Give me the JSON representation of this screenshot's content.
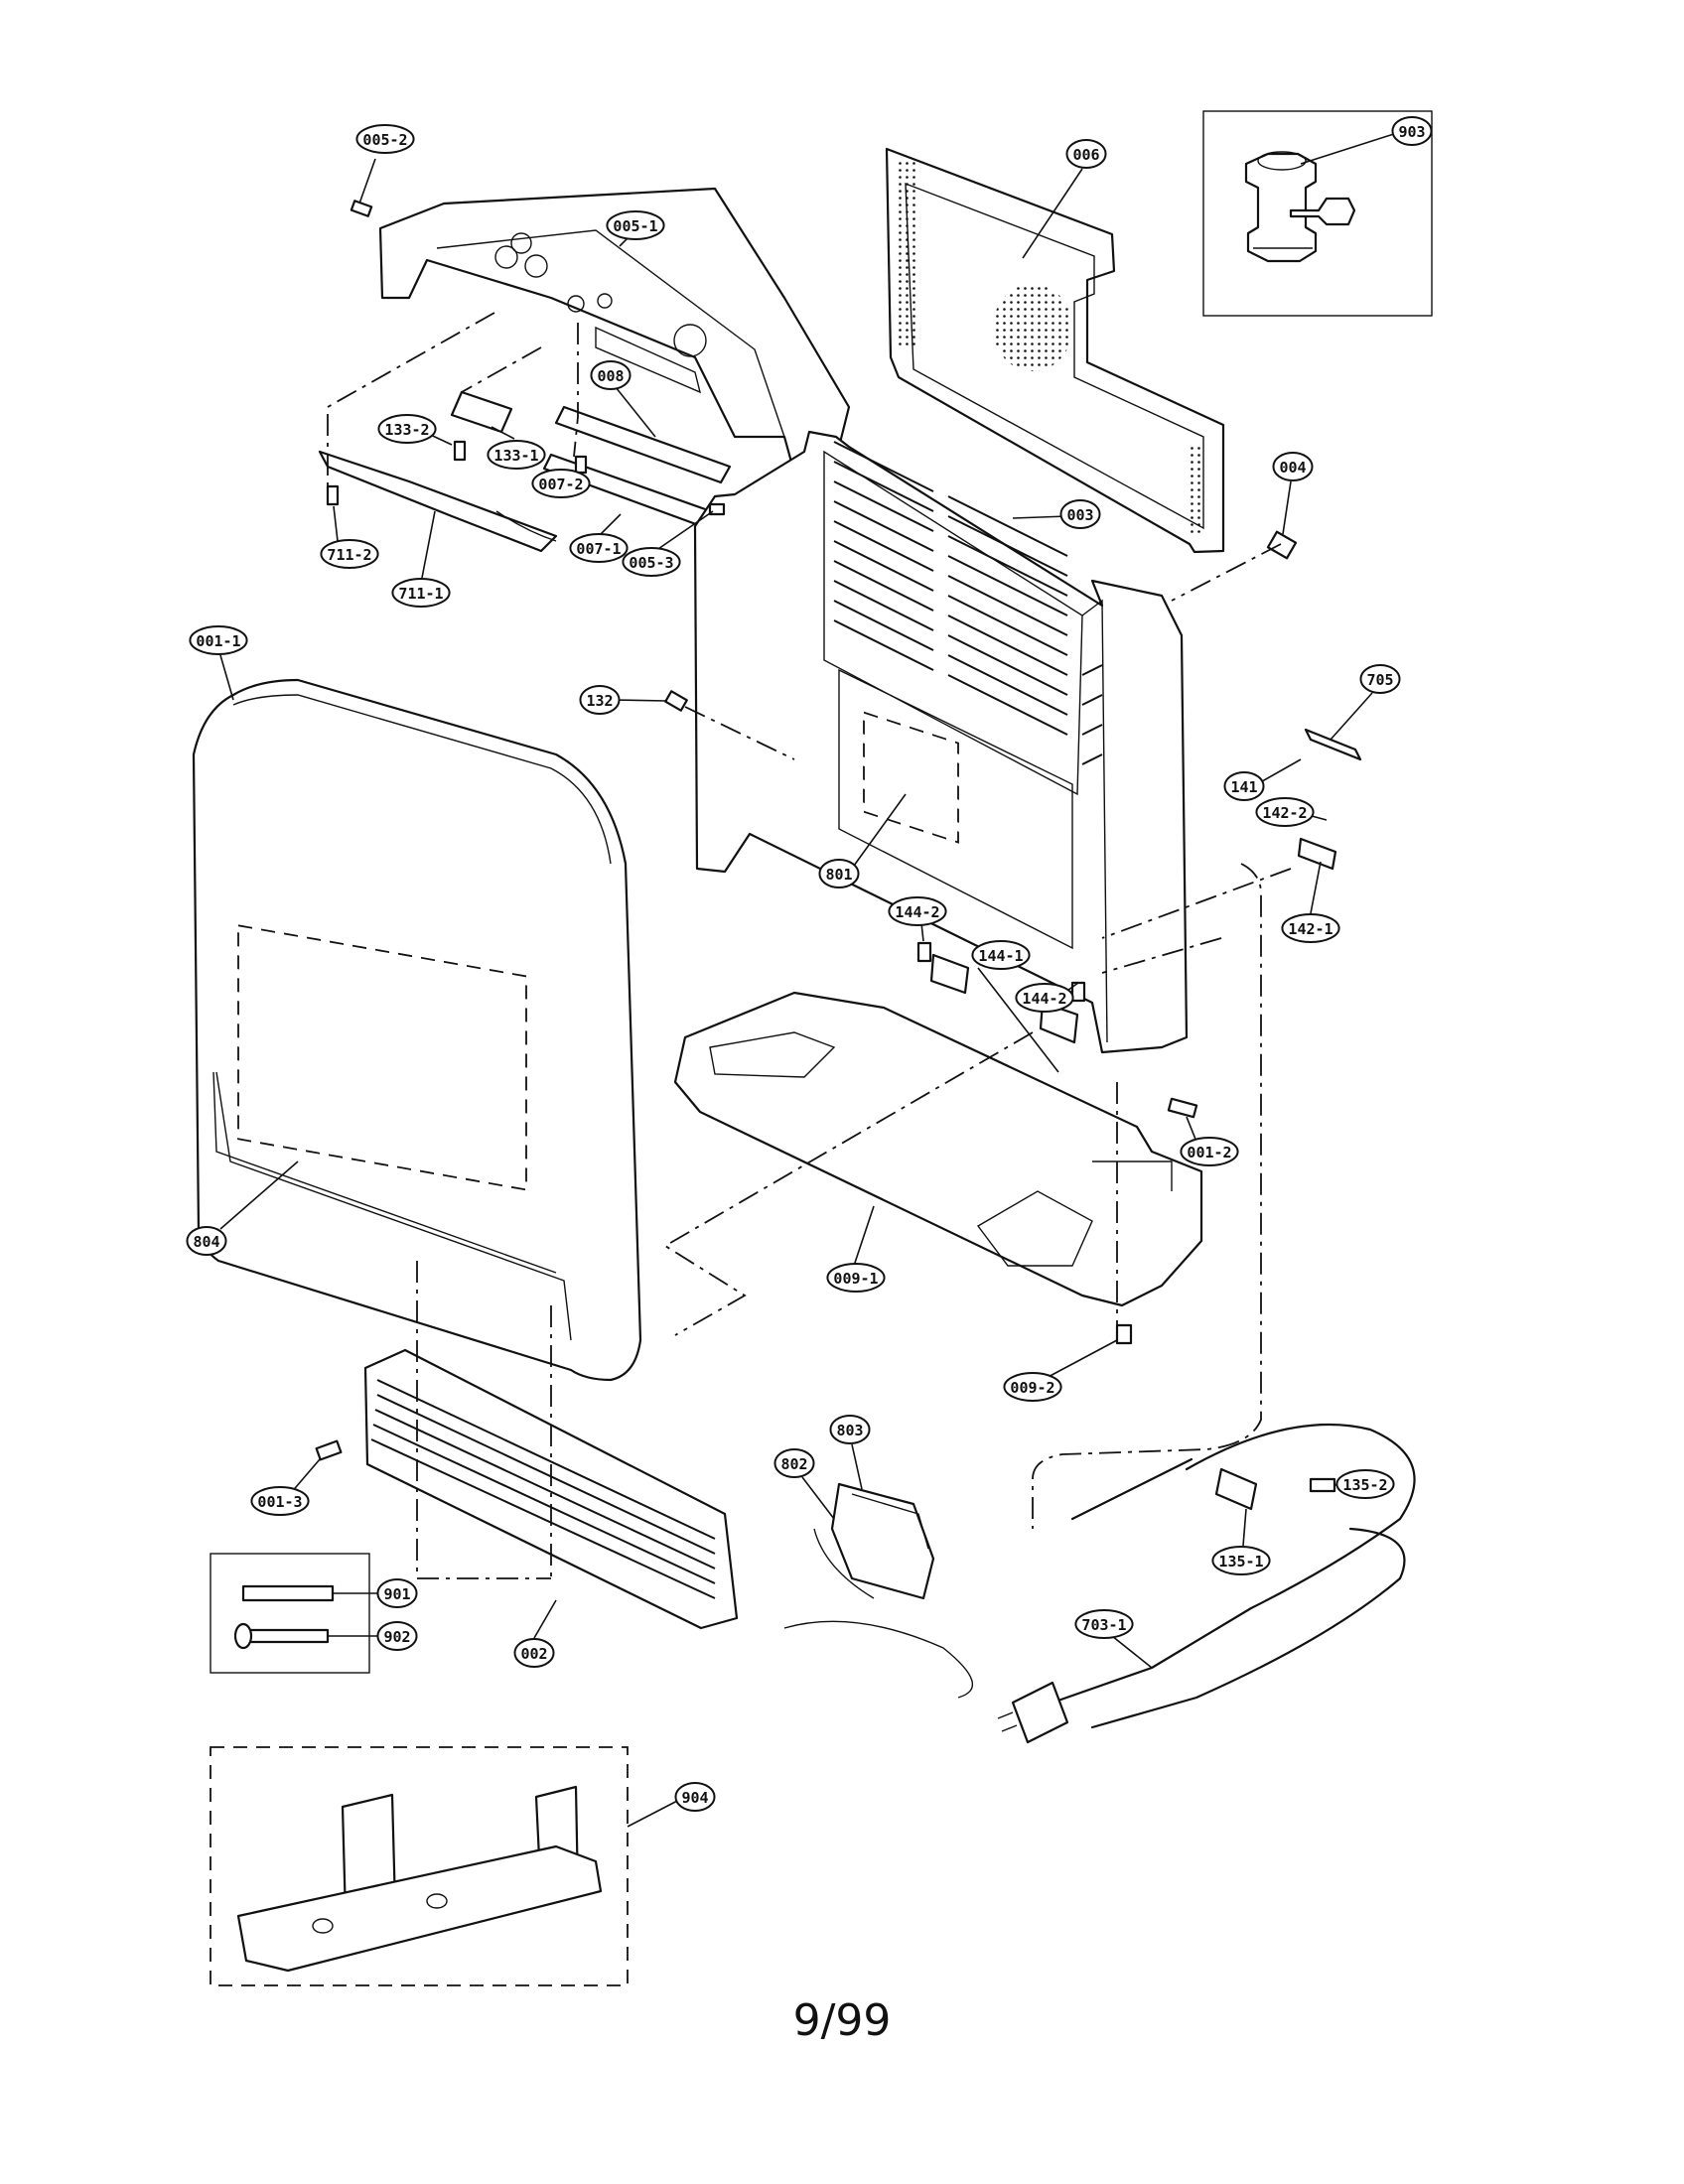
{
  "page_number": "9/99",
  "callouts": [
    {
      "id": "005-2",
      "label": "005-2"
    },
    {
      "id": "005-1",
      "label": "005-1"
    },
    {
      "id": "006",
      "label": "006"
    },
    {
      "id": "903",
      "label": "903"
    },
    {
      "id": "008",
      "label": "008"
    },
    {
      "id": "133-2",
      "label": "133-2"
    },
    {
      "id": "133-1",
      "label": "133-1"
    },
    {
      "id": "007-2",
      "label": "007-2"
    },
    {
      "id": "003",
      "label": "003"
    },
    {
      "id": "004",
      "label": "004"
    },
    {
      "id": "711-2",
      "label": "711-2"
    },
    {
      "id": "711-1",
      "label": "711-1"
    },
    {
      "id": "007-1",
      "label": "007-1"
    },
    {
      "id": "005-3",
      "label": "005-3"
    },
    {
      "id": "001-1",
      "label": "001-1"
    },
    {
      "id": "132",
      "label": "132"
    },
    {
      "id": "705",
      "label": "705"
    },
    {
      "id": "141",
      "label": "141"
    },
    {
      "id": "142-2",
      "label": "142-2"
    },
    {
      "id": "801",
      "label": "801"
    },
    {
      "id": "142-1",
      "label": "142-1"
    },
    {
      "id": "144-2a",
      "label": "144-2"
    },
    {
      "id": "144-1",
      "label": "144-1"
    },
    {
      "id": "144-2b",
      "label": "144-2"
    },
    {
      "id": "001-2",
      "label": "001-2"
    },
    {
      "id": "804",
      "label": "804"
    },
    {
      "id": "009-1",
      "label": "009-1"
    },
    {
      "id": "009-2",
      "label": "009-2"
    },
    {
      "id": "803",
      "label": "803"
    },
    {
      "id": "802",
      "label": "802"
    },
    {
      "id": "001-3",
      "label": "001-3"
    },
    {
      "id": "135-2",
      "label": "135-2"
    },
    {
      "id": "135-1",
      "label": "135-1"
    },
    {
      "id": "901",
      "label": "901"
    },
    {
      "id": "902",
      "label": "902"
    },
    {
      "id": "002",
      "label": "002"
    },
    {
      "id": "703-1",
      "label": "703-1"
    },
    {
      "id": "904",
      "label": "904"
    }
  ]
}
